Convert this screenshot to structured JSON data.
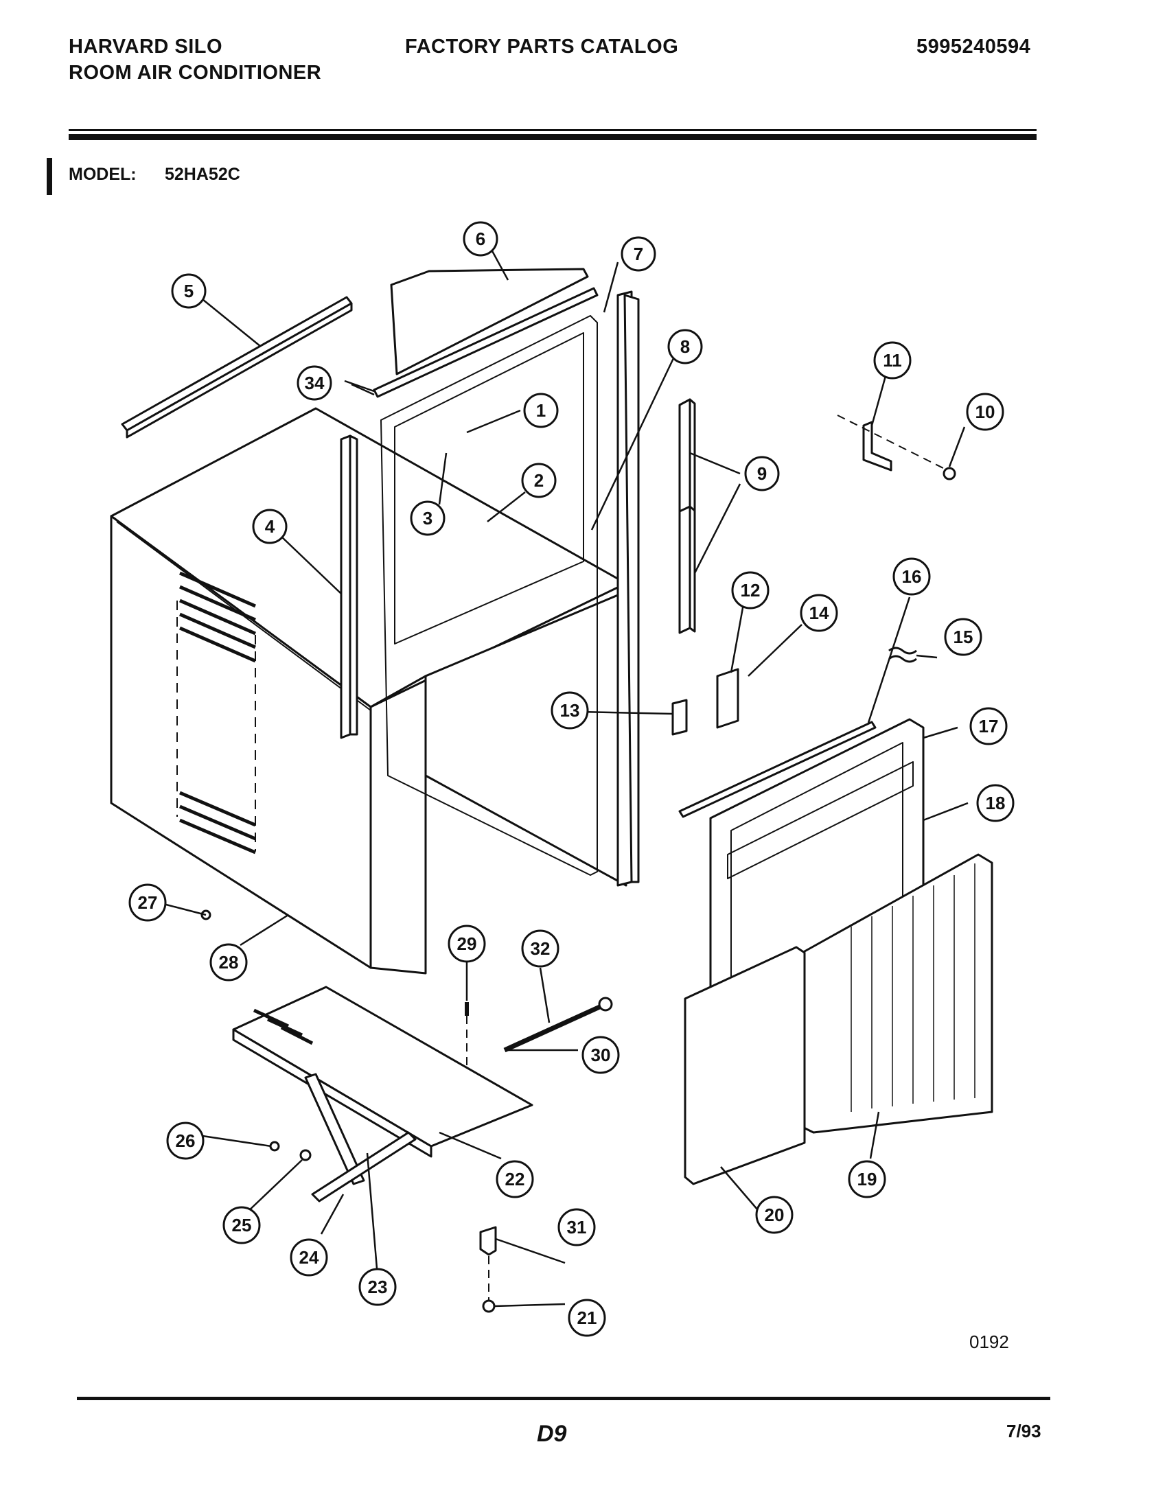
{
  "header": {
    "brand_line1": "HARVARD SILO",
    "brand_line2": "ROOM AIR CONDITIONER",
    "catalog_title": "FACTORY PARTS CATALOG",
    "catalog_number": "5995240594"
  },
  "model": {
    "label": "MODEL:",
    "value": "52HA52C"
  },
  "callouts": [
    "1",
    "2",
    "3",
    "4",
    "5",
    "6",
    "7",
    "8",
    "9",
    "10",
    "11",
    "12",
    "13",
    "14",
    "15",
    "16",
    "17",
    "18",
    "19",
    "20",
    "21",
    "22",
    "23",
    "24",
    "25",
    "26",
    "27",
    "28",
    "29",
    "30",
    "31",
    "32",
    "34"
  ],
  "footer": {
    "drawing_number": "0192",
    "page_id": "D9",
    "date": "7/93"
  }
}
